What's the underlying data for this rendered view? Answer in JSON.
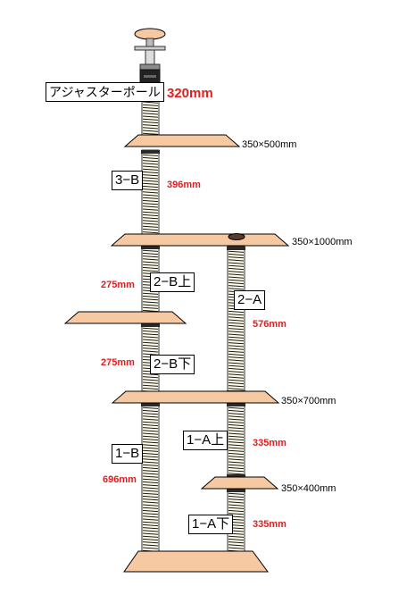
{
  "colors": {
    "platform_fill": "#f7c9a2",
    "platform_stroke": "#000000",
    "post_fill": "#fffbea",
    "post_rope": "#1a1a1a",
    "dimension_text": "#e02020"
  },
  "adjuster_pole": {
    "label": "アジャスターポール",
    "length": "320mm"
  },
  "sections": [
    {
      "id": "3-B",
      "label": "3−B",
      "length": "396mm"
    },
    {
      "id": "2-B-upper",
      "label": "2−B上",
      "length": "275mm"
    },
    {
      "id": "2-B-lower",
      "label": "2−B下",
      "length": "275mm"
    },
    {
      "id": "2-A",
      "label": "2−A",
      "length": "576mm"
    },
    {
      "id": "1-B",
      "label": "1−B",
      "length": "696mm"
    },
    {
      "id": "1-A-upper",
      "label": "1−A上",
      "length": "335mm"
    },
    {
      "id": "1-A-lower",
      "label": "1−A下",
      "length": "335mm"
    }
  ],
  "platforms": [
    {
      "id": "top-shelf",
      "size": "350×500mm"
    },
    {
      "id": "large-shelf",
      "size": "350×1000mm"
    },
    {
      "id": "left-shelf",
      "size": ""
    },
    {
      "id": "middle-shelf",
      "size": "350×700mm"
    },
    {
      "id": "small-shelf",
      "size": "350×400mm"
    },
    {
      "id": "base",
      "size": ""
    }
  ]
}
